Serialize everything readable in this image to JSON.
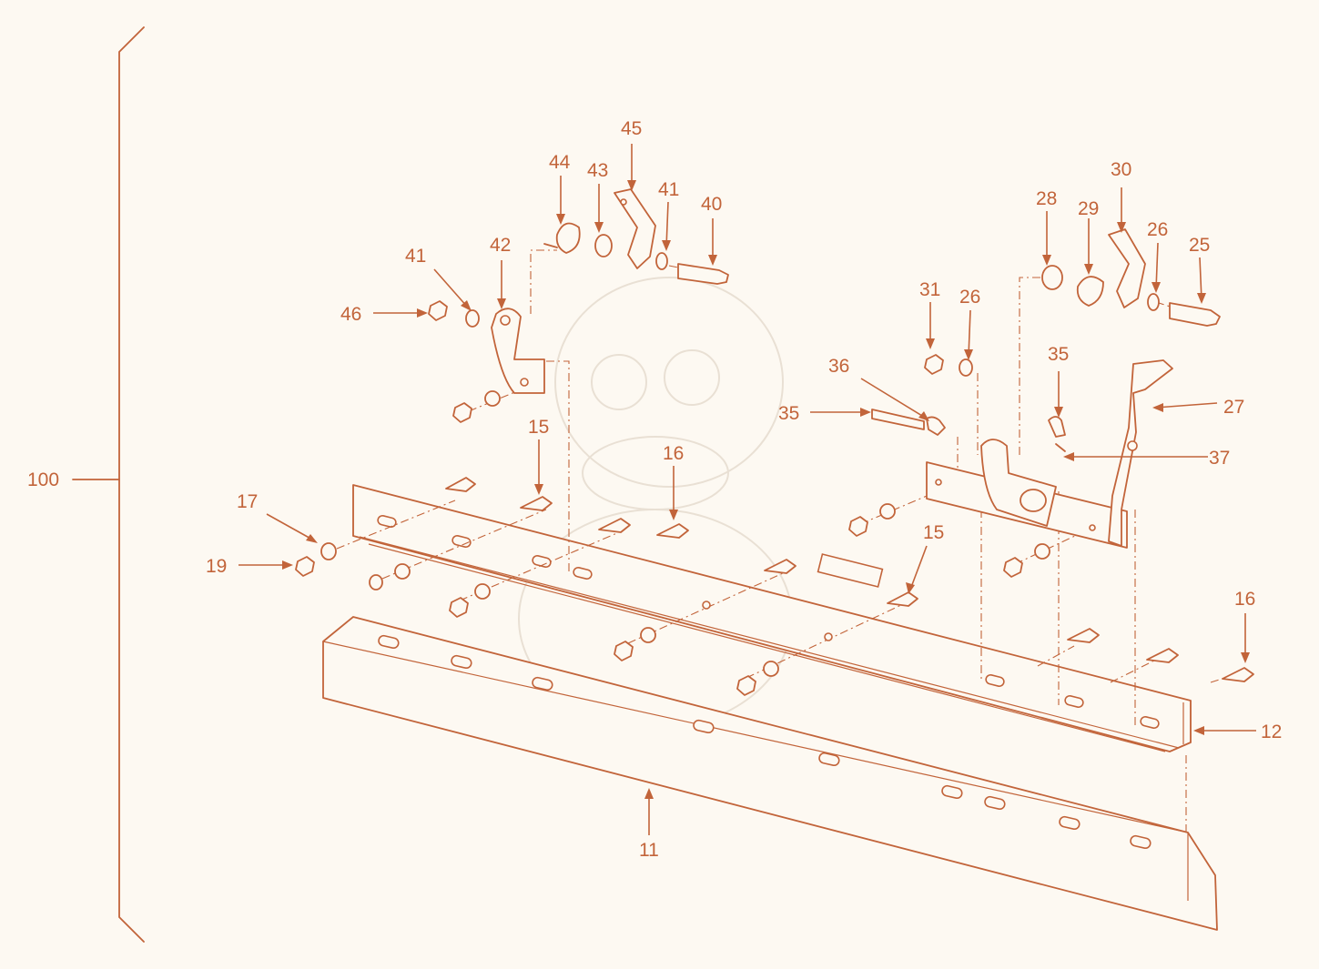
{
  "colors": {
    "ink": "#c2643a",
    "background": "#fdf9f2"
  },
  "labels": [
    {
      "id": "100",
      "text": "100"
    },
    {
      "id": "11",
      "text": "11"
    },
    {
      "id": "12",
      "text": "12"
    },
    {
      "id": "15a",
      "text": "15"
    },
    {
      "id": "15b",
      "text": "15"
    },
    {
      "id": "16a",
      "text": "16"
    },
    {
      "id": "16b",
      "text": "16"
    },
    {
      "id": "17",
      "text": "17"
    },
    {
      "id": "19",
      "text": "19"
    },
    {
      "id": "25",
      "text": "25"
    },
    {
      "id": "26a",
      "text": "26"
    },
    {
      "id": "26b",
      "text": "26"
    },
    {
      "id": "27",
      "text": "27"
    },
    {
      "id": "28",
      "text": "28"
    },
    {
      "id": "29",
      "text": "29"
    },
    {
      "id": "30",
      "text": "30"
    },
    {
      "id": "31",
      "text": "31"
    },
    {
      "id": "35a",
      "text": "35"
    },
    {
      "id": "35b",
      "text": "35"
    },
    {
      "id": "36",
      "text": "36"
    },
    {
      "id": "37",
      "text": "37"
    },
    {
      "id": "40",
      "text": "40"
    },
    {
      "id": "41a",
      "text": "41"
    },
    {
      "id": "41b",
      "text": "41"
    },
    {
      "id": "42",
      "text": "42"
    },
    {
      "id": "43",
      "text": "43"
    },
    {
      "id": "44",
      "text": "44"
    },
    {
      "id": "45",
      "text": "45"
    },
    {
      "id": "46",
      "text": "46"
    }
  ]
}
